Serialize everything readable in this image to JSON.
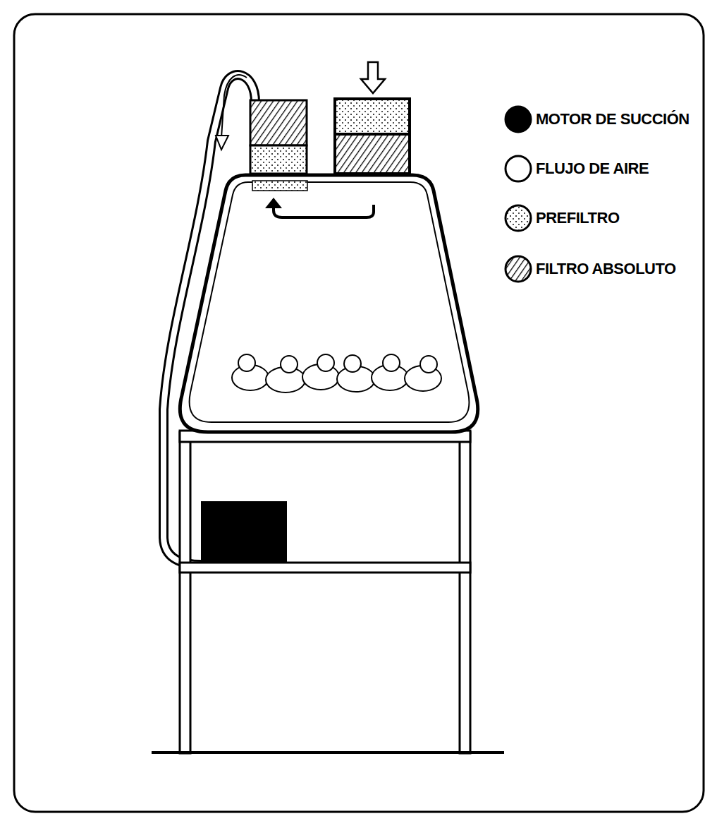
{
  "diagram": {
    "legend": [
      {
        "text": "MOTOR DE SUCCIÓN",
        "color": "#000000"
      },
      {
        "text": "FLUJO DE AIRE",
        "color": "#ffffff"
      },
      {
        "text": "PREFILTRO"
      },
      {
        "text": "FILTRO ABSOLUTO"
      }
    ]
  }
}
